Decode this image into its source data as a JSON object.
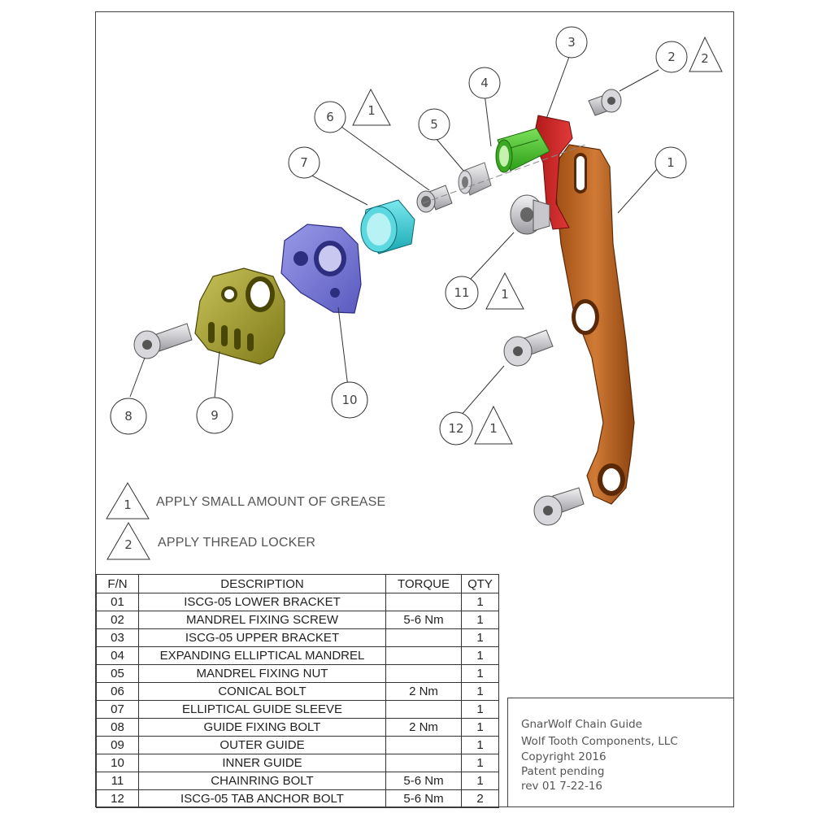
{
  "notes": [
    {
      "symbol": "1",
      "text": "APPLY SMALL AMOUNT OF GREASE"
    },
    {
      "symbol": "2",
      "text": "APPLY THREAD LOCKER"
    }
  ],
  "callouts": [
    {
      "number": "1"
    },
    {
      "number": "2",
      "note_symbol": "2"
    },
    {
      "number": "3"
    },
    {
      "number": "4"
    },
    {
      "number": "5"
    },
    {
      "number": "6",
      "note_symbol": "1"
    },
    {
      "number": "7"
    },
    {
      "number": "8"
    },
    {
      "number": "9"
    },
    {
      "number": "10"
    },
    {
      "number": "11",
      "note_symbol": "1"
    },
    {
      "number": "12",
      "note_symbol": "1"
    }
  ],
  "parts_colors": {
    "lower_bracket": "#c8702b",
    "upper_bracket": "#d42424",
    "mandrel": "#44c82a",
    "guide_sleeve": "#2ec8d0",
    "inner_guide": "#7b7bd8",
    "outer_guide": "#a8a232",
    "hardware": "#d8d8dc"
  },
  "bom": {
    "headers": {
      "fn": "F/N",
      "description": "DESCRIPTION",
      "torque": "TORQUE",
      "qty": "QTY"
    },
    "rows": [
      {
        "fn": "01",
        "description": "ISCG-05 LOWER BRACKET",
        "torque": "",
        "qty": "1"
      },
      {
        "fn": "02",
        "description": "MANDREL FIXING SCREW",
        "torque": "5-6 Nm",
        "qty": "1"
      },
      {
        "fn": "03",
        "description": "ISCG-05 UPPER BRACKET",
        "torque": "",
        "qty": "1"
      },
      {
        "fn": "04",
        "description": "EXPANDING ELLIPTICAL  MANDREL",
        "torque": "",
        "qty": "1"
      },
      {
        "fn": "05",
        "description": "MANDREL FIXING NUT",
        "torque": "",
        "qty": "1"
      },
      {
        "fn": "06",
        "description": "CONICAL BOLT",
        "torque": "2 Nm",
        "qty": "1"
      },
      {
        "fn": "07",
        "description": "ELLIPTICAL GUIDE SLEEVE",
        "torque": "",
        "qty": "1"
      },
      {
        "fn": "08",
        "description": "GUIDE FIXING BOLT",
        "torque": "2 Nm",
        "qty": "1"
      },
      {
        "fn": "09",
        "description": "OUTER GUIDE",
        "torque": "",
        "qty": "1"
      },
      {
        "fn": "10",
        "description": "INNER GUIDE",
        "torque": "",
        "qty": "1"
      },
      {
        "fn": "11",
        "description": "CHAINRING BOLT",
        "torque": "5-6 Nm",
        "qty": "1"
      },
      {
        "fn": "12",
        "description": "ISCG-05 TAB ANCHOR BOLT",
        "torque": "5-6 Nm",
        "qty": "2"
      }
    ]
  },
  "title_block": {
    "line1": "GnarWolf Chain Guide",
    "line2": "Wolf Tooth Components, LLC",
    "line3": "Copyright 2016",
    "line4": "Patent pending",
    "line5": "rev 01  7-22-16"
  }
}
